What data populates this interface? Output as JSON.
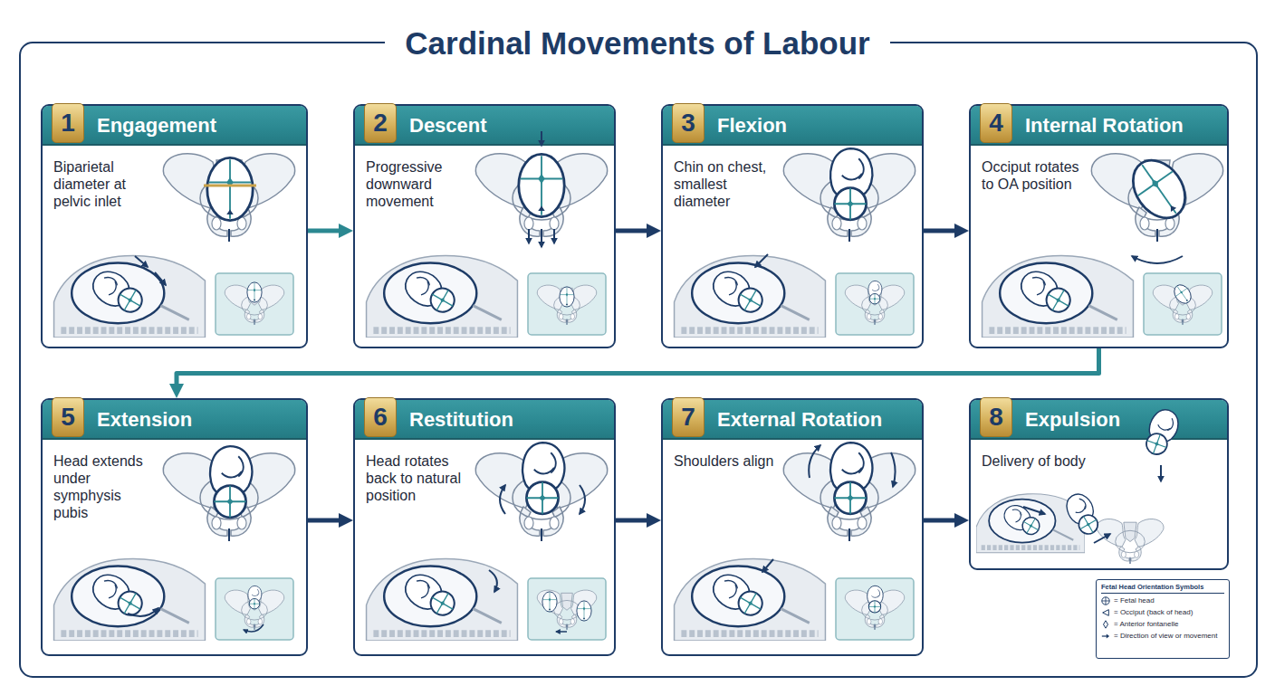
{
  "diagram": {
    "title": "Cardinal Movements of Labour",
    "nodes": [
      {
        "text": [
          "Engagement",
          "Biparietal diameter at pelvic inlet"
        ]
      },
      {
        "text": [
          "1"
        ],
        "in": 0
      },
      {
        "text": [
          "Descent",
          "Progressive downward movement"
        ]
      },
      {
        "text": [
          "2"
        ],
        "in": 2
      },
      {
        "text": [
          "Flexion",
          "Chin on chest, smallest diameter"
        ]
      },
      {
        "text": [
          "3"
        ],
        "in": 4
      },
      {
        "text": [
          "Internal Rotation",
          "Occiput rotates to OA position"
        ]
      },
      {
        "text": [
          "4"
        ],
        "in": 6
      },
      {
        "text": [
          "Extension",
          "Head extends under symphysis pubis"
        ]
      },
      {
        "text": [
          "5"
        ],
        "in": 8
      },
      {
        "text": [
          "Restitution",
          "Head rotates back to natural position"
        ]
      },
      {
        "text": [
          "6"
        ],
        "in": 10
      },
      {
        "text": [
          "External Rotation",
          "Shoulders align"
        ]
      },
      {
        "text": [
          "7"
        ],
        "in": 12
      },
      {
        "text": [
          "Expulsion",
          "Delivery of body"
        ]
      },
      {
        "text": [
          "8"
        ],
        "in": 14
      }
    ],
    "edges": [
      {
        "from": 0,
        "to": 2,
        "arrow": "to"
      },
      {
        "from": 2,
        "to": 4,
        "arrow": "to"
      },
      {
        "from": 4,
        "to": 6,
        "arrow": "to"
      },
      {
        "from": 6,
        "to": 8,
        "arrow": "to"
      },
      {
        "from": 8,
        "to": 10,
        "arrow": "to"
      },
      {
        "from": 10,
        "to": 12,
        "arrow": "to"
      },
      {
        "from": 12,
        "to": 14,
        "arrow": "to"
      }
    ],
    "labels": [
      "Fetal Head Orientation Symbols"
    ],
    "legend": [
      {
        "text": "= Fetal head"
      },
      {
        "text": "= Occiput (back of head)"
      },
      {
        "text": "= Anterior fontanelle"
      },
      {
        "text": "= Direction of view or movement"
      }
    ]
  }
}
